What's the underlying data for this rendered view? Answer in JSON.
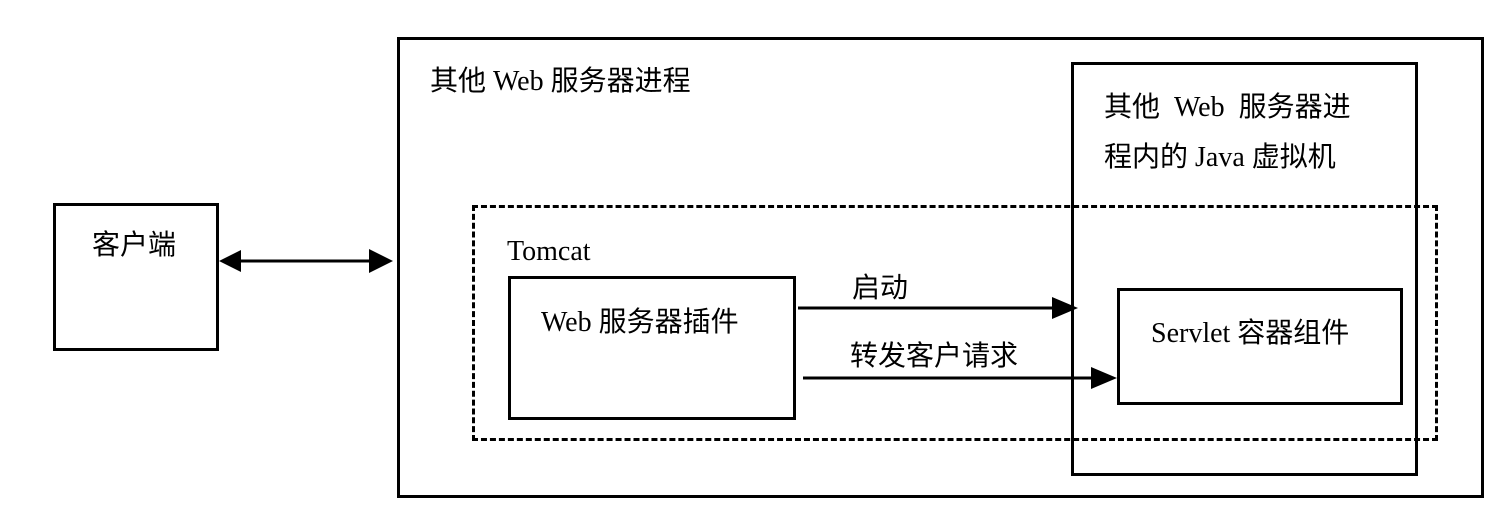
{
  "client": {
    "label": "客户端"
  },
  "outer_process": {
    "label": "其他 Web 服务器进程"
  },
  "jvm": {
    "label_line1": "其他  Web  服务器进",
    "label_line2": "程内的 Java 虚拟机"
  },
  "tomcat": {
    "label": "Tomcat"
  },
  "plugin": {
    "label": "Web 服务器插件"
  },
  "servlet_container": {
    "label": "Servlet 容器组件"
  },
  "arrows": {
    "start_label": "启动",
    "forward_label": "转发客户请求"
  }
}
